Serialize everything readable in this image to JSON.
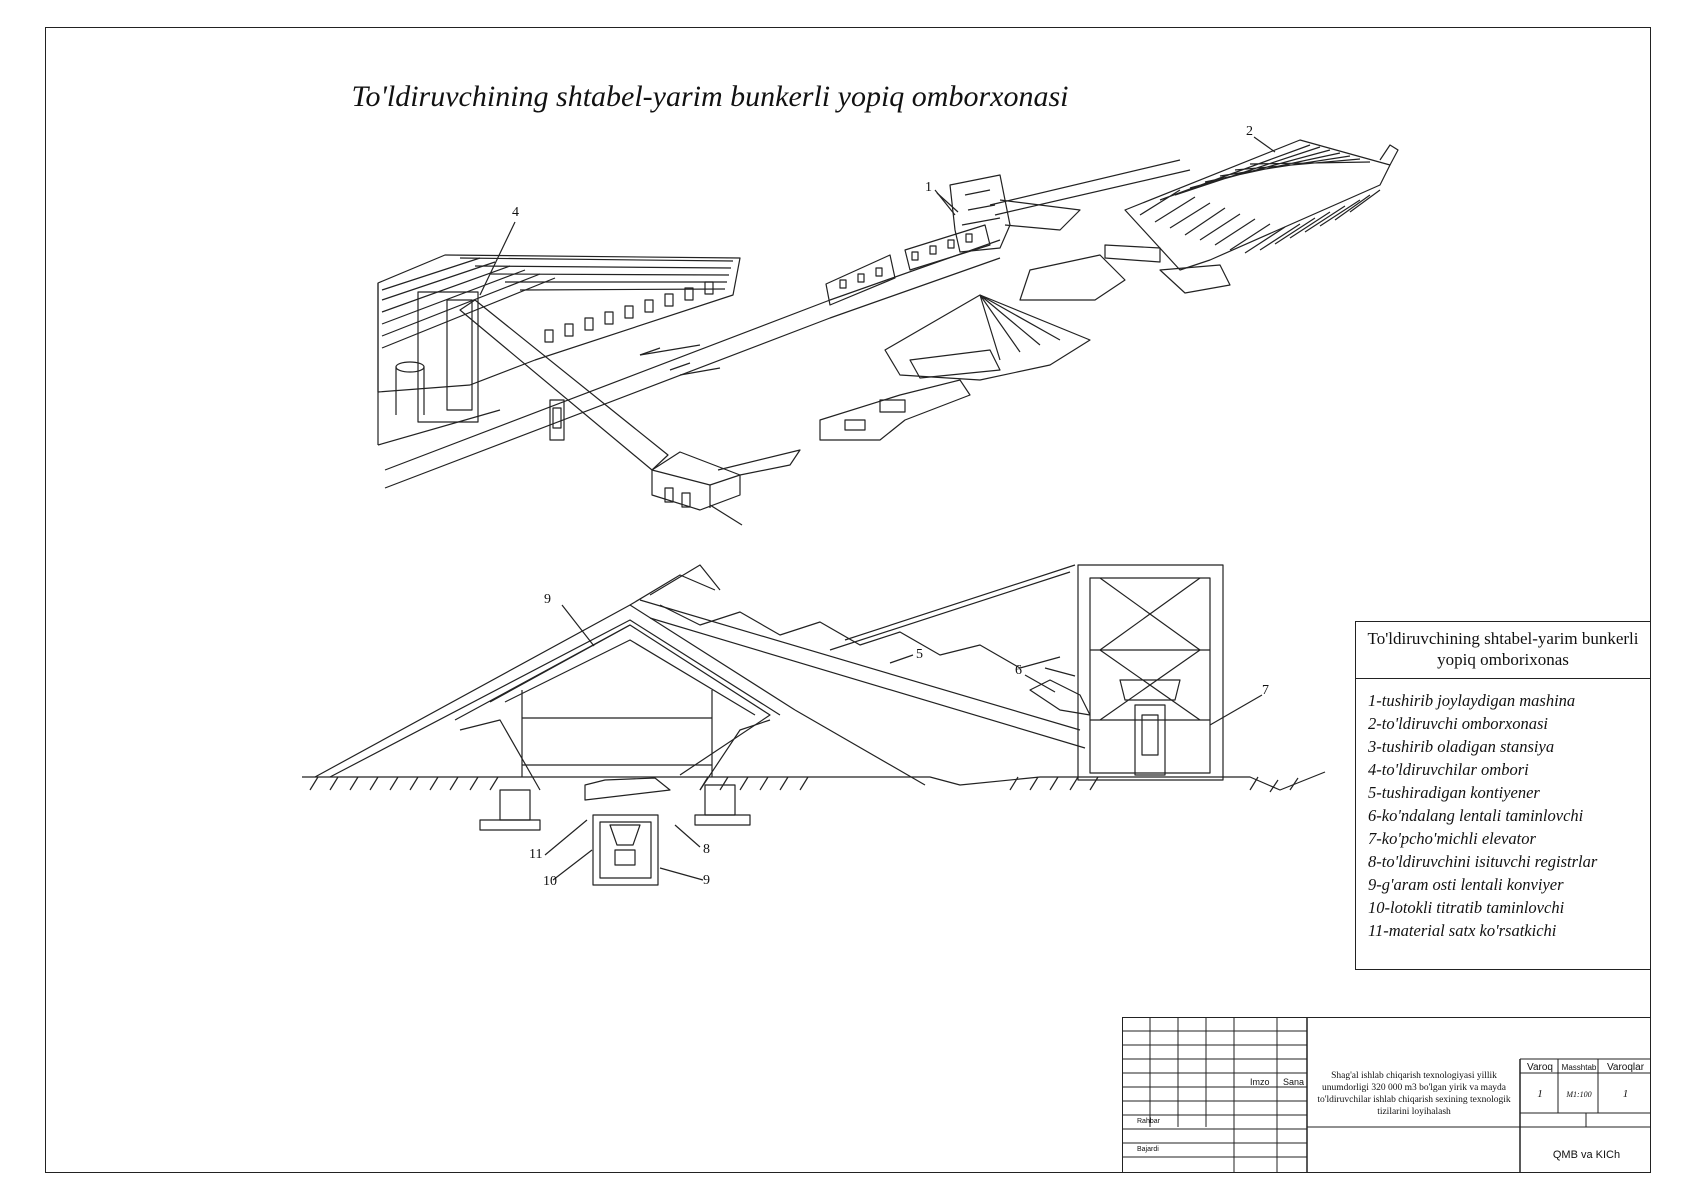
{
  "title": "To'ldiruvchining shtabel-yarim bunkerli yopiq omborxonasi",
  "callouts": [
    "1",
    "2",
    "4",
    "5",
    "6",
    "7",
    "8",
    "9",
    "9",
    "10",
    "11"
  ],
  "legend": {
    "title": "To'ldiruvchining shtabel-yarim bunkerli yopiq omborixonas",
    "items": [
      "1-tushirib joylaydigan mashina",
      "2-to'ldiruvchi omborxonasi",
      "3-tushirib oladigan stansiya",
      "4-to'ldiruvchilar ombori",
      "5-tushiradigan kontiyener",
      "6-ko'ndalang lentali taminlovchi",
      "7-ko'pcho'michli elevator",
      "8-to'ldiruvchini isituvchi registrlar",
      "9-g'aram osti lentali konviyer",
      "10-lotokli titratib taminlovchi",
      "11-material satx ko'rsatkichi"
    ]
  },
  "title_block": {
    "imzo": "Imzo",
    "sana": "Sana",
    "rahbar": "Rahbar",
    "bajardi": "Bajardi",
    "project": "Shag'al ishlab chiqarish texnologiyasi yillik unumdorligi 320 000 m3 bo'lgan yirik va mayda to'ldiruvchilar ishlab chiqarish sexining texnologik tizilarini loyihalash",
    "varoq_label": "Varoq",
    "varoq_value": "1",
    "masshtab_label": "Masshtab",
    "masshtab_value": "M1:100",
    "varoqlar_label": "Varoqlar",
    "varoqlar_value": "1",
    "org": "QMB va KICh"
  }
}
